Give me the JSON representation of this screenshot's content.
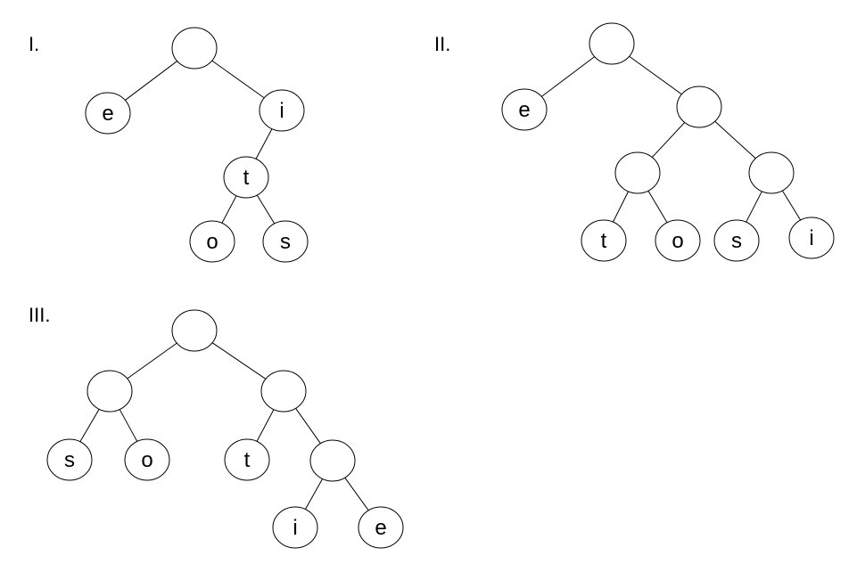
{
  "diagrams": [
    {
      "id": "tree-1",
      "label": "I.",
      "nodes": [
        {
          "id": "r",
          "text": ""
        },
        {
          "id": "e",
          "text": "e"
        },
        {
          "id": "i",
          "text": "i"
        },
        {
          "id": "t",
          "text": "t"
        },
        {
          "id": "o",
          "text": "o"
        },
        {
          "id": "s",
          "text": "s"
        }
      ],
      "edges": [
        [
          "r",
          "e"
        ],
        [
          "r",
          "i"
        ],
        [
          "i",
          "t"
        ],
        [
          "t",
          "o"
        ],
        [
          "t",
          "s"
        ]
      ]
    },
    {
      "id": "tree-2",
      "label": "II.",
      "nodes": [
        {
          "id": "r",
          "text": ""
        },
        {
          "id": "e",
          "text": "e"
        },
        {
          "id": "n1",
          "text": ""
        },
        {
          "id": "n2",
          "text": ""
        },
        {
          "id": "n3",
          "text": ""
        },
        {
          "id": "t",
          "text": "t"
        },
        {
          "id": "o",
          "text": "o"
        },
        {
          "id": "s",
          "text": "s"
        },
        {
          "id": "i",
          "text": "i"
        }
      ],
      "edges": [
        [
          "r",
          "e"
        ],
        [
          "r",
          "n1"
        ],
        [
          "n1",
          "n2"
        ],
        [
          "n1",
          "n3"
        ],
        [
          "n2",
          "t"
        ],
        [
          "n2",
          "o"
        ],
        [
          "n3",
          "s"
        ],
        [
          "n3",
          "i"
        ]
      ]
    },
    {
      "id": "tree-3",
      "label": "III.",
      "nodes": [
        {
          "id": "r",
          "text": ""
        },
        {
          "id": "a",
          "text": ""
        },
        {
          "id": "b",
          "text": ""
        },
        {
          "id": "s",
          "text": "s"
        },
        {
          "id": "o",
          "text": "o"
        },
        {
          "id": "t",
          "text": "t"
        },
        {
          "id": "c",
          "text": ""
        },
        {
          "id": "i",
          "text": "i"
        },
        {
          "id": "e",
          "text": "e"
        }
      ],
      "edges": [
        [
          "r",
          "a"
        ],
        [
          "r",
          "b"
        ],
        [
          "a",
          "s"
        ],
        [
          "a",
          "o"
        ],
        [
          "b",
          "t"
        ],
        [
          "b",
          "c"
        ],
        [
          "c",
          "i"
        ],
        [
          "c",
          "e"
        ]
      ]
    }
  ]
}
